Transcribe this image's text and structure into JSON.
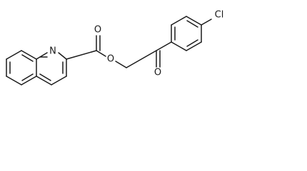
{
  "atom_labels": {
    "nitrogen": "N",
    "ester_oxygen_carbonyl": "O",
    "ester_oxygen_bridge": "O",
    "ketone_oxygen": "O",
    "chlorine": "Cl"
  }
}
